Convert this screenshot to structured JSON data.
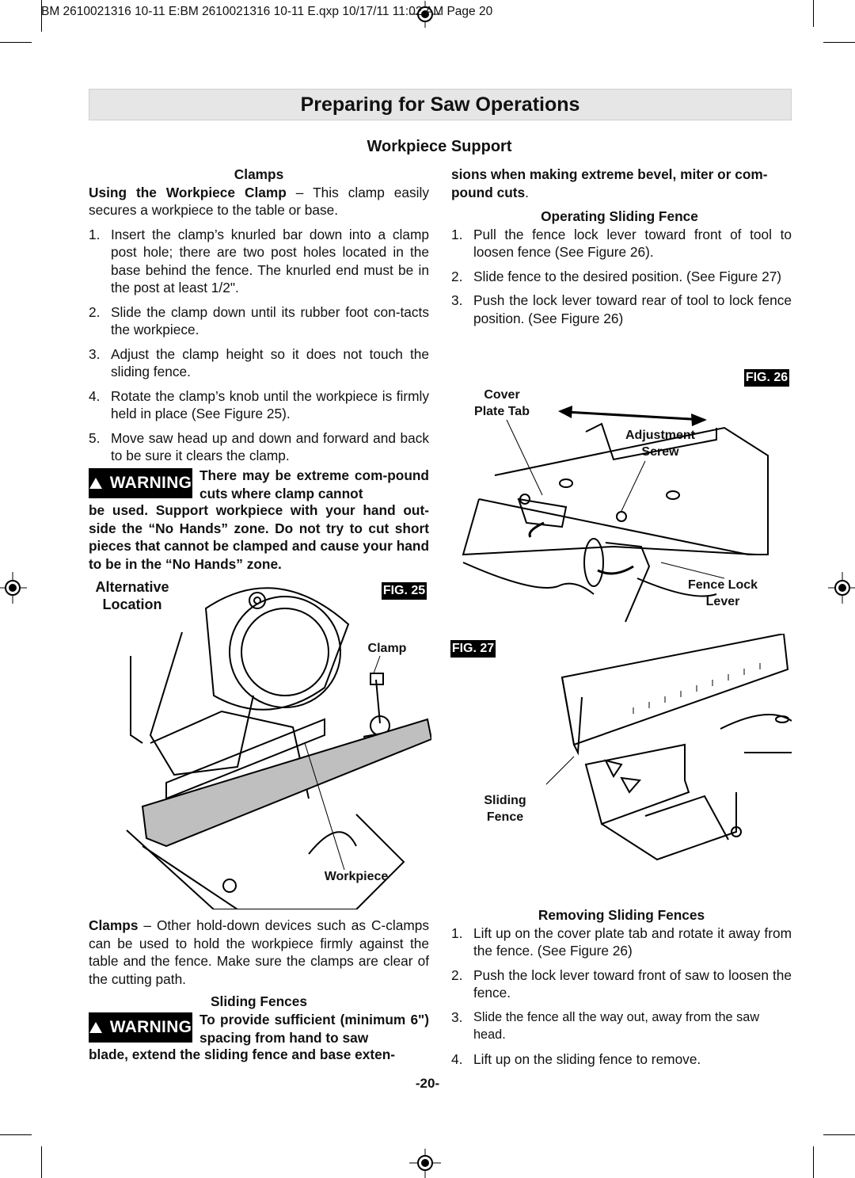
{
  "header": {
    "file_line": "BM 2610021316 10-11 E:BM 2610021316 10-11 E.qxp  10/17/11  11:02 AM  Page 20"
  },
  "page_title": "Preparing for Saw Operations",
  "section_title": "Workpiece Support",
  "left": {
    "clamps_heading": "Clamps",
    "intro_bold": "Using the Workpiece Clamp",
    "intro_rest": " – This clamp easily secures a workpiece to the table or base.",
    "steps": [
      {
        "n": "1.",
        "t": "Insert the clamp’s knurled bar down into a clamp post hole; there are two post holes located in the base behind the fence. The knurled end must be in the post at least 1/2\"."
      },
      {
        "n": "2.",
        "t": "Slide the clamp down until its rubber foot con-tacts the workpiece."
      },
      {
        "n": "3.",
        "t": "Adjust the clamp height so it does not touch the sliding fence."
      },
      {
        "n": "4.",
        "t": "Rotate the clamp’s knob until the workpiece is firmly held in place (See Figure 25)."
      },
      {
        "n": "5.",
        "t": "Move saw head up and down and forward and back to be sure it clears the clamp."
      }
    ],
    "warning1_label": "WARNING",
    "warning1_side": "There may be extreme com-pound cuts where clamp cannot",
    "warning1_rest": "be used. Support workpiece with your hand out-side the “No Hands” zone. Do not try to cut short pieces that cannot be clamped and cause your hand to be in the “No Hands” zone.",
    "fig25": {
      "label": "FIG. 25",
      "alt_location": [
        "Alternative",
        "Location"
      ],
      "clamp": "Clamp",
      "workpiece": "Workpiece"
    },
    "clamps2_bold": "Clamps",
    "clamps2_rest": " – Other hold-down devices such as C-clamps can be used to hold the workpiece firmly against the table and the fence. Make sure the clamps are clear of the cutting path.",
    "sliding_heading": "Sliding Fences",
    "warning2_label": "WARNING",
    "warning2_side": "To provide sufficient (minimum 6\") spacing from hand to saw",
    "warning2_rest": "blade, extend the sliding fence and base exten-"
  },
  "right": {
    "cont_bold": "sions when making extreme bevel, miter or com-pound cuts",
    "cont_tail": ".",
    "operating_heading": "Operating Sliding Fence",
    "operating_steps": [
      {
        "n": "1.",
        "t": "Pull the fence lock lever toward front of tool to loosen fence (See Figure 26)."
      },
      {
        "n": "2.",
        "t": "Slide fence to the desired position. (See Figure 27)"
      },
      {
        "n": "3.",
        "t": "Push the lock lever toward rear of tool to lock fence position. (See Figure 26)"
      }
    ],
    "fig26": {
      "label": "FIG. 26",
      "cover": [
        "Cover",
        "Plate Tab"
      ],
      "adjust": [
        "Adjustment",
        "Screw"
      ],
      "lock": [
        "Fence Lock",
        "Lever"
      ]
    },
    "fig27": {
      "label": "FIG. 27",
      "sliding": [
        "Sliding",
        "Fence"
      ]
    },
    "removing_heading": "Removing Sliding Fences",
    "removing_steps": [
      {
        "n": "1.",
        "t": "Lift up on the cover plate tab and rotate it away from the fence. (See Figure 26)"
      },
      {
        "n": "2.",
        "t": "Push the lock lever toward front of saw to loosen the fence."
      },
      {
        "n": "3.",
        "t": "Slide the fence all the way out, away from the saw head."
      },
      {
        "n": "4.",
        "t": "Lift up on the sliding fence to remove."
      }
    ]
  },
  "page_number": "-20-"
}
